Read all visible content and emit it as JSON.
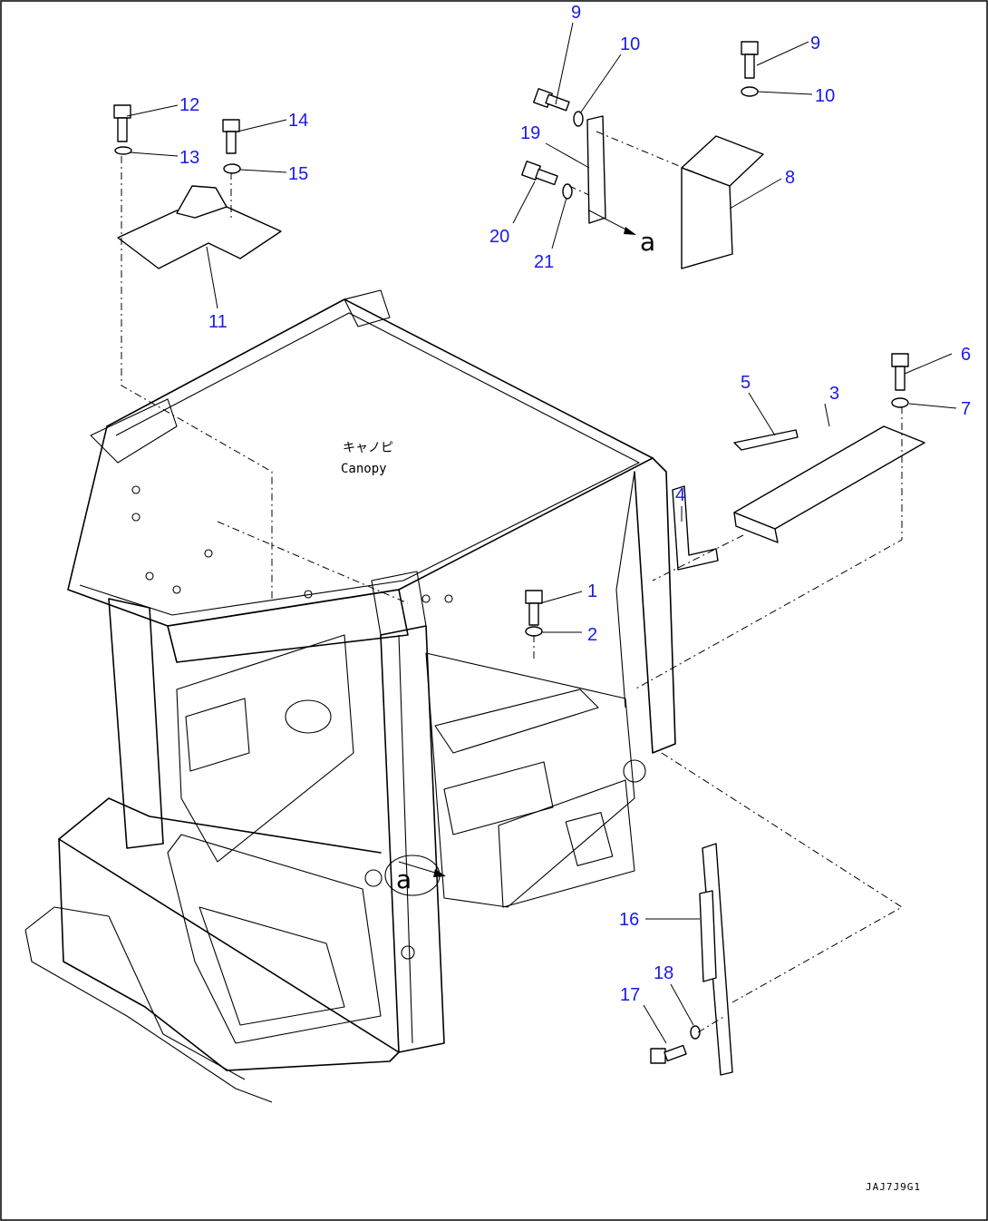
{
  "diagram": {
    "callouts": [
      "1",
      "2",
      "3",
      "4",
      "5",
      "6",
      "7",
      "8",
      "9",
      "10",
      "9",
      "10",
      "11",
      "12",
      "13",
      "14",
      "15",
      "16",
      "17",
      "18",
      "19",
      "20",
      "21"
    ],
    "section_marks": [
      "a",
      "a"
    ],
    "assembly_label_jp": "キャノピ",
    "assembly_label_en": "Canopy",
    "drawing_code": "JAJ7J9G1"
  },
  "colors": {
    "callout_text": "#1a1ae6",
    "line_art": "#000000",
    "background": "#ffffff"
  }
}
